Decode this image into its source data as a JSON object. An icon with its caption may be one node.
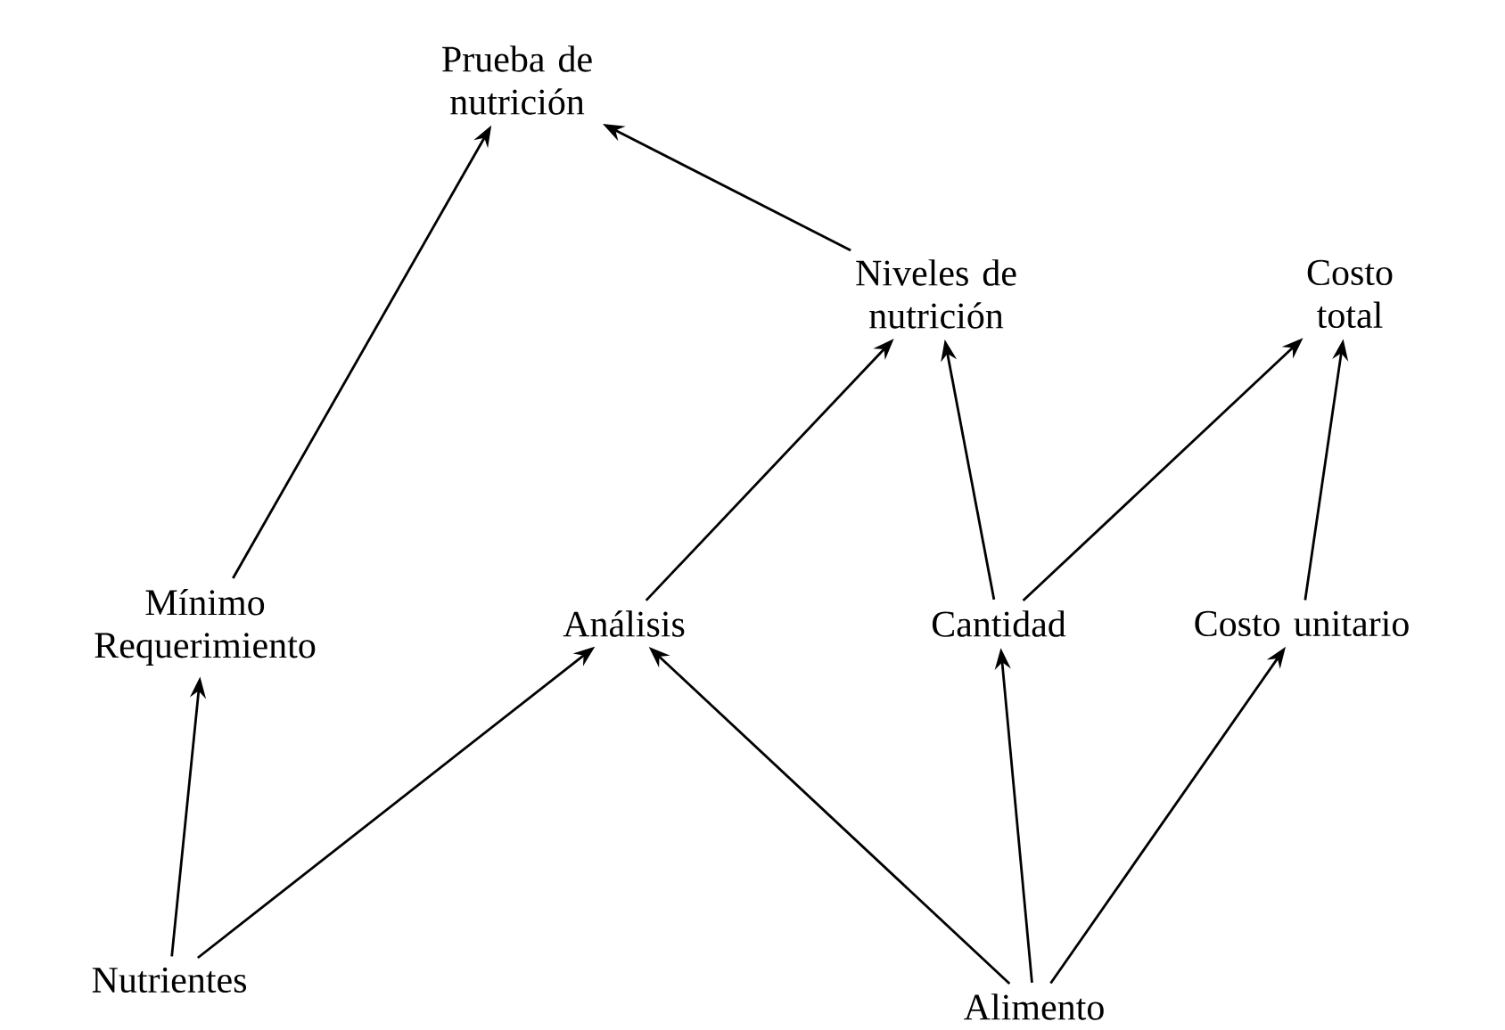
{
  "diagram": {
    "nodes": [
      {
        "text": [
          "Prueba de nutrición"
        ]
      },
      {
        "text": [
          "Niveles de nutrición"
        ]
      },
      {
        "text": [
          "Costo total"
        ]
      },
      {
        "text": [
          "Mínimo Requerimiento"
        ]
      },
      {
        "text": [
          "Análisis"
        ]
      },
      {
        "text": [
          "Cantidad"
        ]
      },
      {
        "text": [
          "Costo unitario"
        ]
      },
      {
        "text": [
          "Nutrientes"
        ]
      },
      {
        "text": [
          "Alimento"
        ]
      }
    ],
    "edges": [
      {
        "from": 3,
        "to": 0,
        "arrow": "to"
      },
      {
        "from": 1,
        "to": 0,
        "arrow": "to"
      },
      {
        "from": 4,
        "to": 1,
        "arrow": "to"
      },
      {
        "from": 5,
        "to": 1,
        "arrow": "to"
      },
      {
        "from": 5,
        "to": 2,
        "arrow": "to"
      },
      {
        "from": 6,
        "to": 2,
        "arrow": "to"
      },
      {
        "from": 7,
        "to": 3,
        "arrow": "to"
      },
      {
        "from": 7,
        "to": 4,
        "arrow": "to"
      },
      {
        "from": 8,
        "to": 4,
        "arrow": "to"
      },
      {
        "from": 8,
        "to": 5,
        "arrow": "to"
      },
      {
        "from": 8,
        "to": 6,
        "arrow": "to"
      }
    ]
  }
}
